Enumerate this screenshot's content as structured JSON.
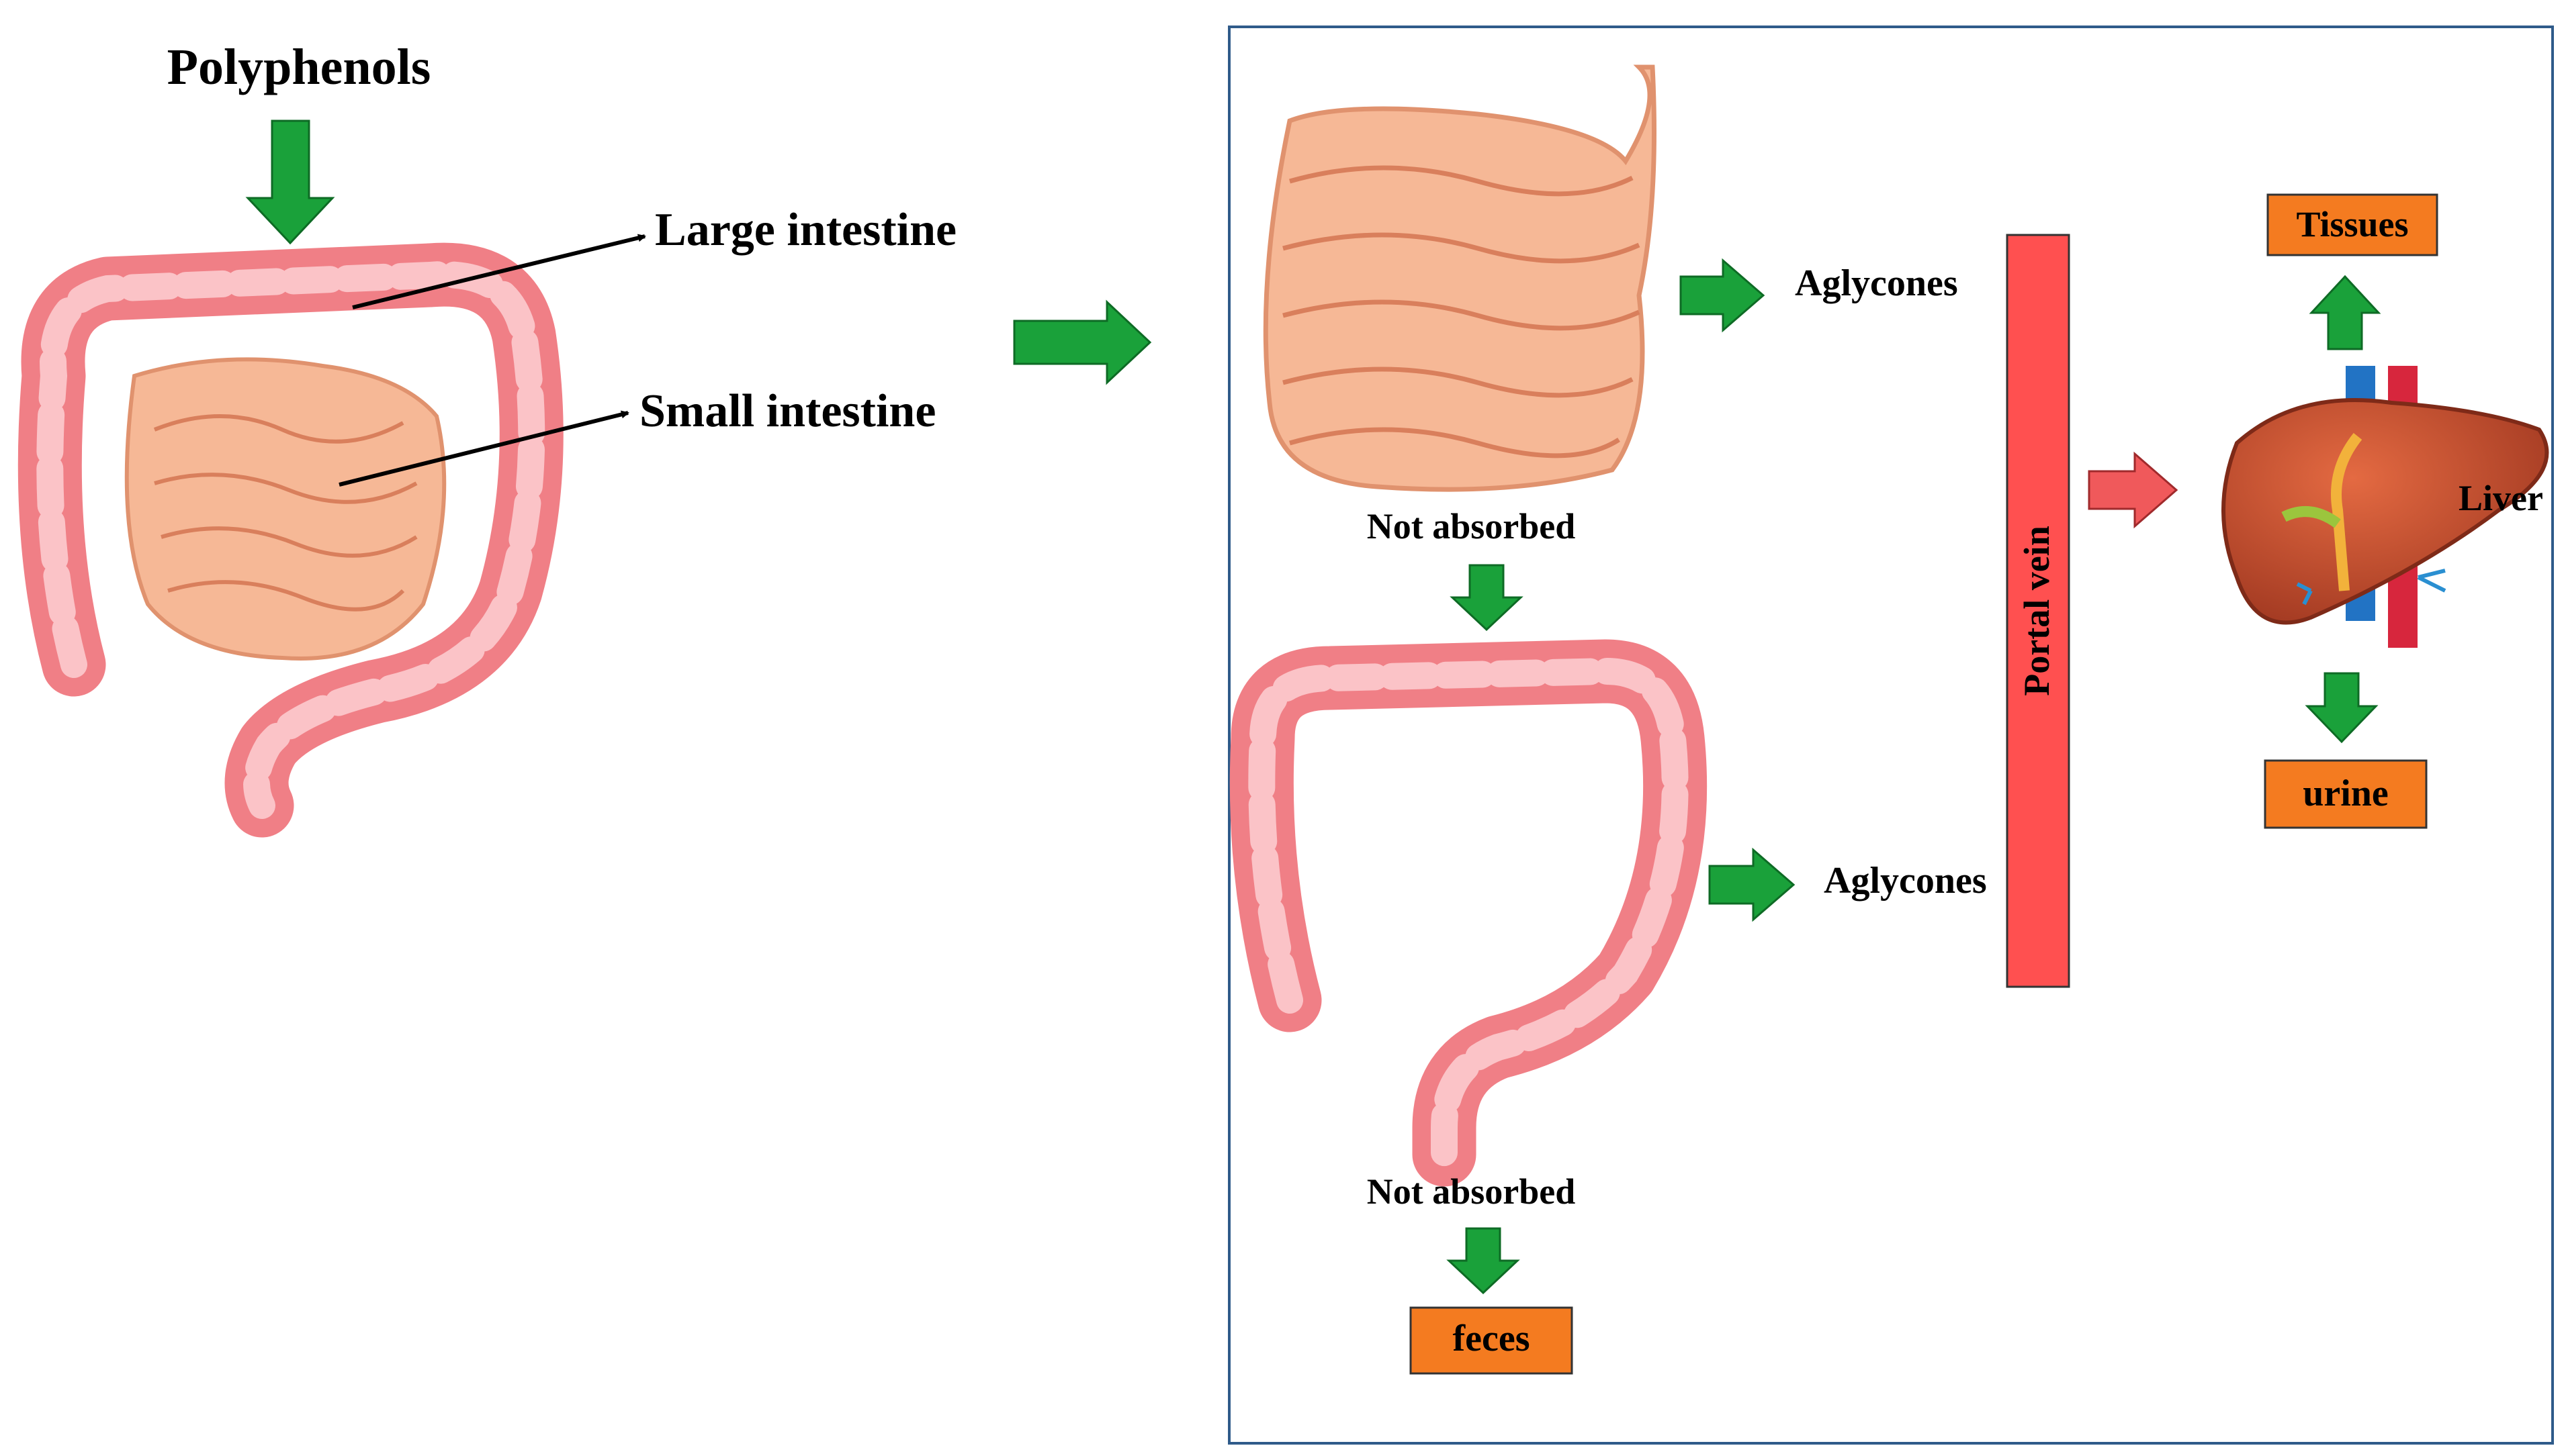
{
  "labels": {
    "polyphenols": "Polyphenols",
    "large_intestine": "Large intestine",
    "small_intestine": "Small intestine",
    "aglycones_small": "Aglycones",
    "aglycones_large": "Aglycones",
    "not_absorbed_small": "Not absorbed",
    "not_absorbed_large": "Not absorbed",
    "portal_vein": "Portal vein",
    "liver": "Liver",
    "tissues": "Tissues",
    "urine": "urine",
    "feces": "feces"
  },
  "colors": {
    "arrow_green": "#1aa13a",
    "arrow_red": "#f0595b",
    "portal_vein": "#ff5050",
    "output_box": "#f47b20",
    "panel_border": "#2f5b8a",
    "colon": "#f07f86",
    "small_gut": "#f6b896",
    "liver": "#c44a2c"
  }
}
